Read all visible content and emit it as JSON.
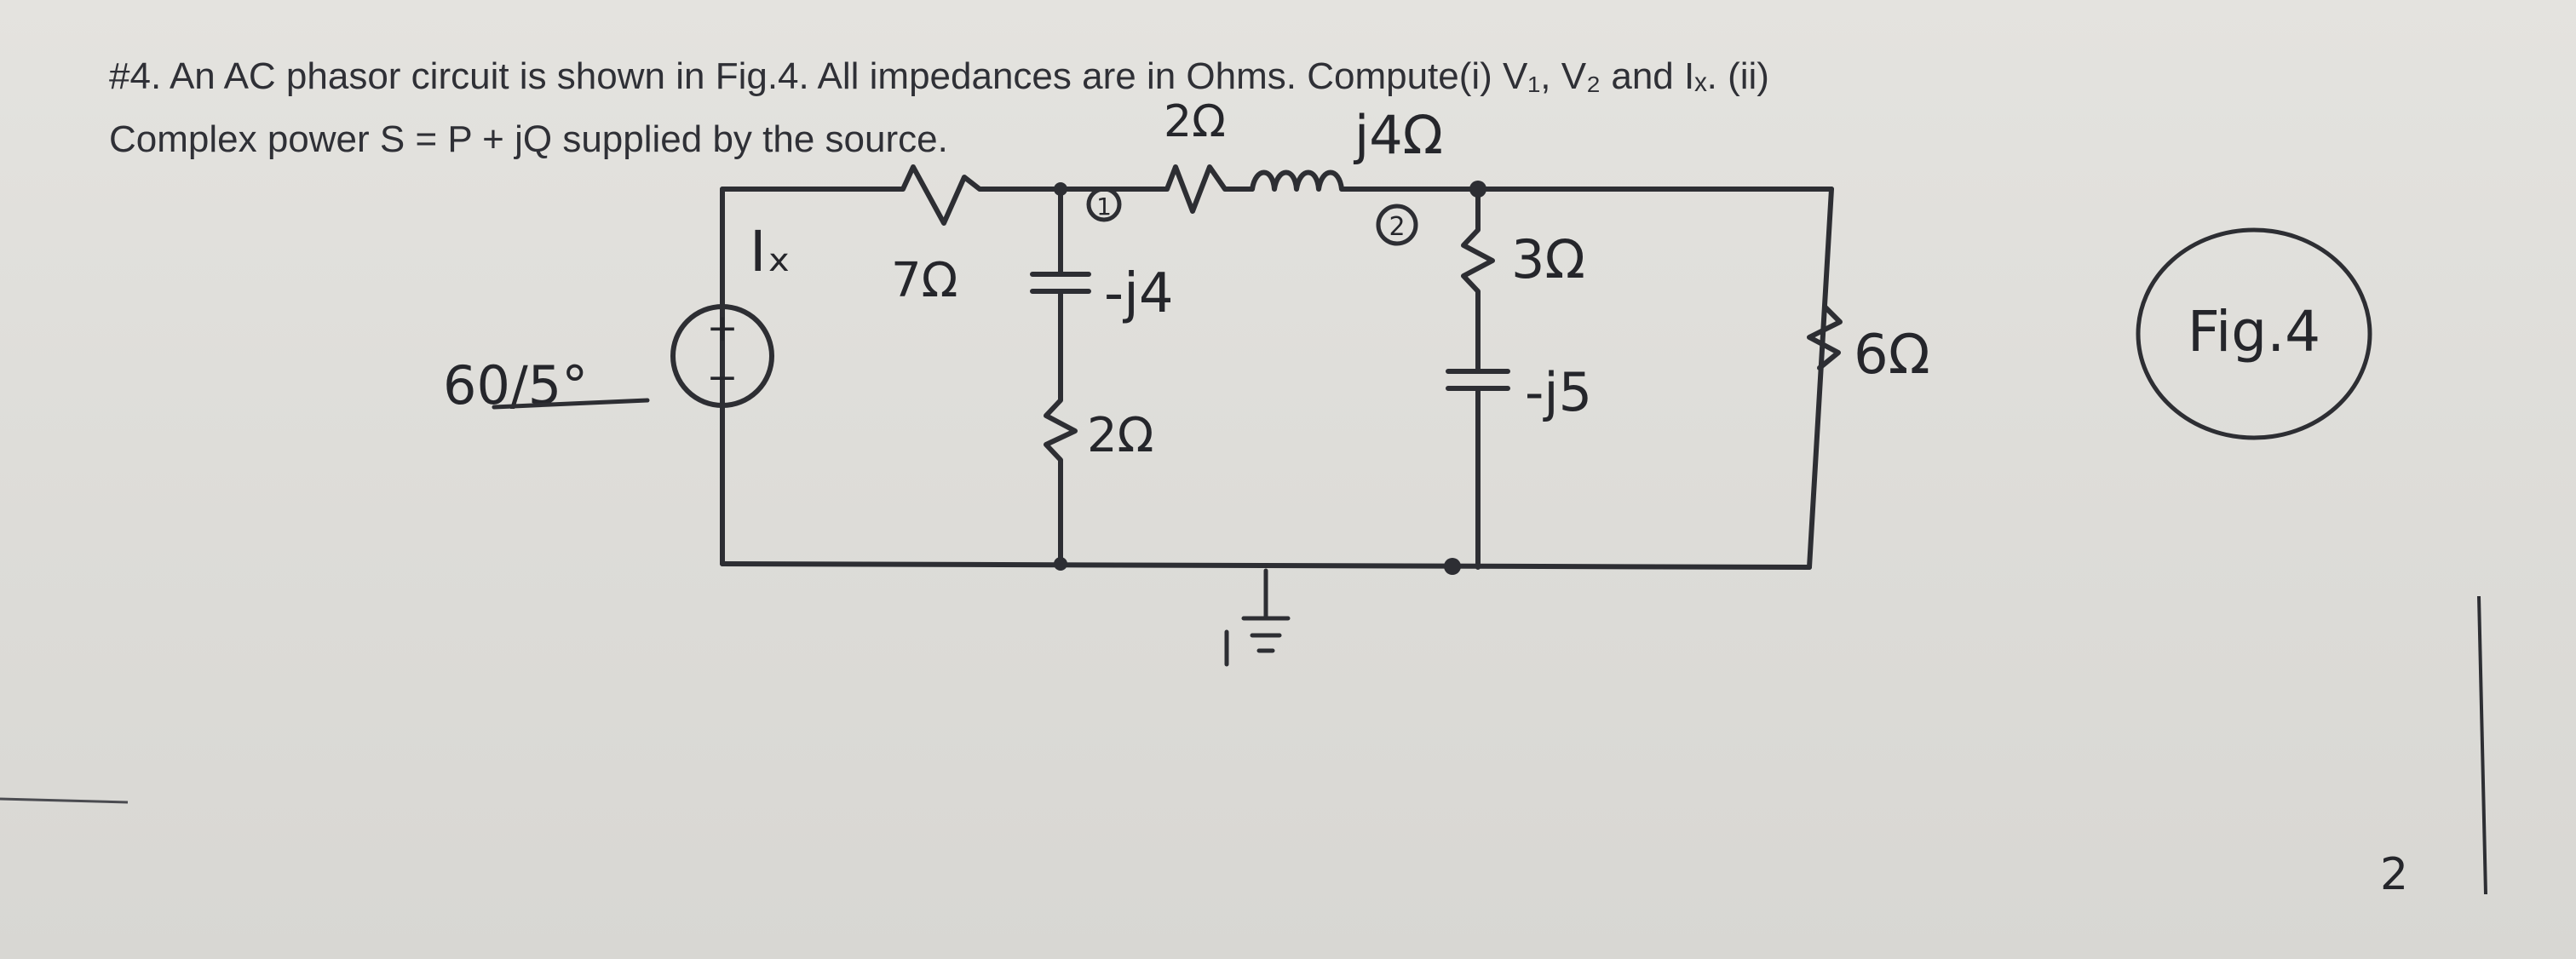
{
  "problem": {
    "line1": "#4. An AC phasor circuit is shown in Fig.4. All impedances are in Ohms. Compute(i) V₁, V₂ and Iₓ. (ii)",
    "line2": "Complex power S = P + jQ supplied by the source."
  },
  "figure": {
    "label": "Fig.4",
    "source_value": "60/5°",
    "source_plus": "+",
    "source_minus": "−",
    "current_label": "Iₓ",
    "r_series_left": "7Ω",
    "r_series_top": "2Ω",
    "l_series_top": "j4Ω",
    "node1": "1",
    "node2": "2",
    "branch1_cap": "-j4",
    "branch1_res": "2Ω",
    "branch2_res": "3Ω",
    "branch2_cap": "-j5",
    "load_res": "6Ω"
  },
  "page_number": "2"
}
